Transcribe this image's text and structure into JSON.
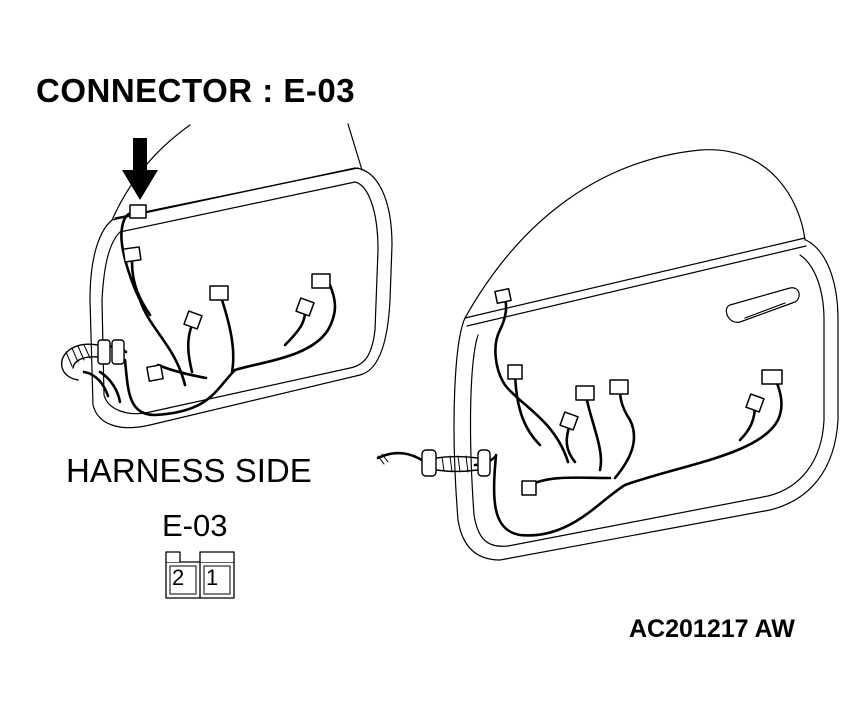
{
  "diagram": {
    "connector_title": "CONNECTOR : E-03",
    "harness_side_label": "HARNESS SIDE",
    "connector_code": "E-03",
    "pins": [
      "2",
      "1"
    ],
    "figure_id": "AC201217 AW"
  },
  "colors": {
    "line": "#000000",
    "background": "#ffffff"
  }
}
